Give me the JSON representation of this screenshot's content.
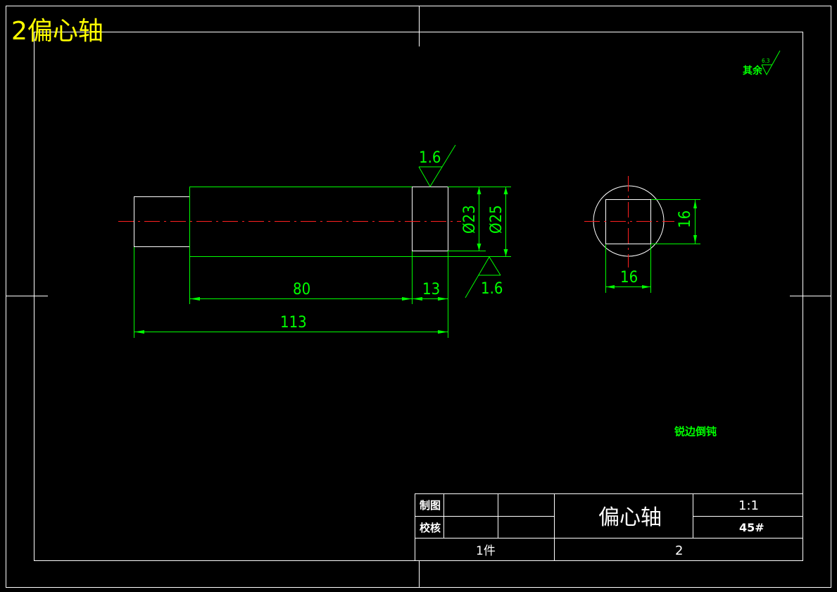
{
  "title": "2偏心轴",
  "roughness_note": {
    "label": "其余",
    "value": "6.3"
  },
  "front_view": {
    "roughness_top": "1.6",
    "roughness_bottom": "1.6",
    "dim_d23": "Ø23",
    "dim_d25": "Ø25",
    "dim_80": "80",
    "dim_13": "13",
    "dim_113": "113"
  },
  "side_view": {
    "dim_horizontal": "16",
    "dim_vertical": "16"
  },
  "note": "锐边倒钝",
  "title_block": {
    "row1_label": "制图",
    "row2_label": "校核",
    "part_name": "偏心轴",
    "scale": "1:1",
    "material": "45#",
    "quantity": "1件",
    "drawing_no": "2"
  }
}
